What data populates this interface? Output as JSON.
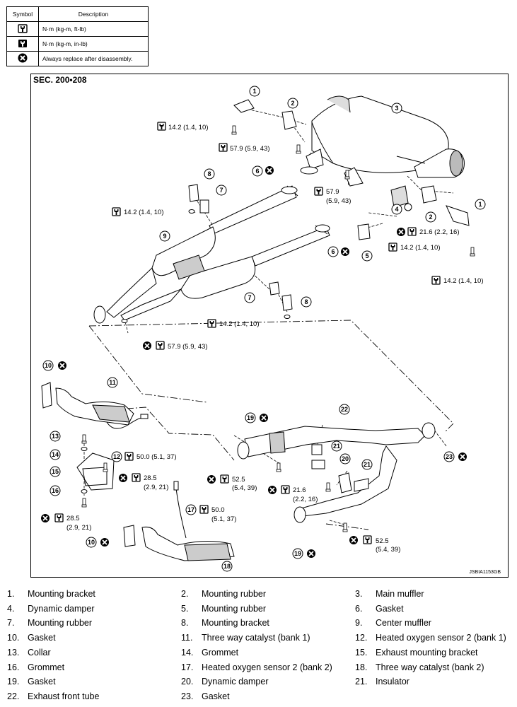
{
  "legend": {
    "header_symbol": "Symbol",
    "header_description": "Description",
    "rows": [
      {
        "icon": "torque-wrench-icon",
        "description": "N·m (kg-m, ft-lb)"
      },
      {
        "icon": "torque-wrench-small-icon",
        "description": "N·m (kg-m, in-lb)"
      },
      {
        "icon": "always-replace-icon",
        "description": "Always replace after disassembly."
      }
    ]
  },
  "diagram": {
    "section": "SEC. 200•208",
    "figure_id": "JSBIA1153GB",
    "torques": {
      "t1": "14.2 (1.4, 10)",
      "t2": "57.9 (5.9, 43)",
      "t3a": "57.9",
      "t3b": "(5.9, 43)",
      "t4": "14.2 (1.4, 10)",
      "t5": "21.6 (2.2, 16)",
      "t6": "14.2 (1.4, 10)",
      "t7": "14.2 (1.4, 10)",
      "t8": "14.2 (1.4, 10)",
      "t9": "57.9 (5.9, 43)",
      "t10": "50.0 (5.1, 37)",
      "t11a": "28.5",
      "t11b": "(2.9, 21)",
      "t12a": "28.5",
      "t12b": "(2.9, 21)",
      "t13a": "52.5",
      "t13b": "(5.4, 39)",
      "t14a": "21.6",
      "t14b": "(2.2, 16)",
      "t15a": "50.0",
      "t15b": "(5.1, 37)",
      "t16a": "52.5",
      "t16b": "(5.4, 39)"
    },
    "callouts": [
      "1",
      "2",
      "3",
      "1",
      "2",
      "4",
      "5",
      "6",
      "6",
      "7",
      "7",
      "8",
      "8",
      "9",
      "10",
      "10",
      "11",
      "12",
      "13",
      "14",
      "15",
      "16",
      "17",
      "18",
      "19",
      "19",
      "20",
      "21",
      "21",
      "22",
      "23"
    ]
  },
  "parts": [
    {
      "num": "1.",
      "name": "Mounting bracket"
    },
    {
      "num": "2.",
      "name": "Mounting rubber"
    },
    {
      "num": "3.",
      "name": "Main muffler"
    },
    {
      "num": "4.",
      "name": "Dynamic damper"
    },
    {
      "num": "5.",
      "name": "Mounting rubber"
    },
    {
      "num": "6.",
      "name": "Gasket"
    },
    {
      "num": "7.",
      "name": "Mounting rubber"
    },
    {
      "num": "8.",
      "name": "Mounting bracket"
    },
    {
      "num": "9.",
      "name": "Center muffler"
    },
    {
      "num": "10.",
      "name": "Gasket"
    },
    {
      "num": "11.",
      "name": "Three way catalyst (bank 1)"
    },
    {
      "num": "12.",
      "name": "Heated oxygen sensor 2 (bank 1)"
    },
    {
      "num": "13.",
      "name": "Collar"
    },
    {
      "num": "14.",
      "name": "Grommet"
    },
    {
      "num": "15.",
      "name": "Exhaust mounting bracket"
    },
    {
      "num": "16.",
      "name": "Grommet"
    },
    {
      "num": "17.",
      "name": "Heated oxygen sensor 2 (bank 2)"
    },
    {
      "num": "18.",
      "name": "Three way catalyst (bank 2)"
    },
    {
      "num": "19.",
      "name": "Gasket"
    },
    {
      "num": "20.",
      "name": "Dynamic damper"
    },
    {
      "num": "21.",
      "name": "Insulator"
    },
    {
      "num": "22.",
      "name": "Exhaust front tube"
    },
    {
      "num": "23.",
      "name": "Gasket"
    }
  ]
}
